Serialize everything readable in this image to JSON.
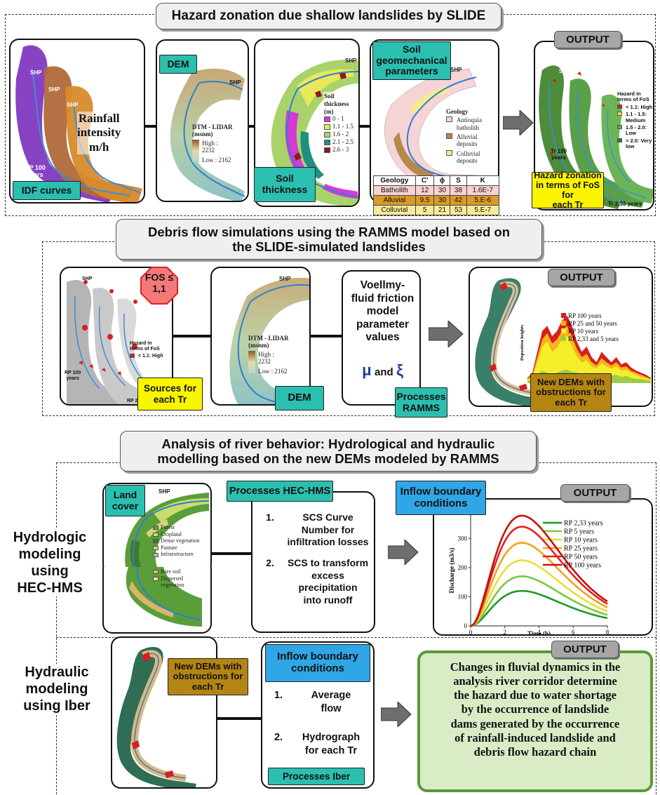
{
  "sections": {
    "s1": {
      "title": "Hazard zonation due shallow landslides by SLIDE",
      "idf": {
        "tag": "IDF curves",
        "rp_label_a": "RP 100",
        "rp_label_b": "years",
        "shp": "SHP",
        "rainfall_a": "Rainfall",
        "rainfall_b": "intensity",
        "rainfall_c": "m/h"
      },
      "dem": {
        "tag": "DEM",
        "shp": "SHP",
        "legend_title_a": "DTM - LIDAR",
        "legend_title_b": "(msnm)",
        "high_label": "High :",
        "high_value": "2232",
        "low_label": "Low : 2162"
      },
      "soil": {
        "tag_a": "Soil",
        "tag_b": "thickness",
        "shp": "SHP",
        "legend_title_a": "Soil",
        "legend_title_b": "thickness",
        "legend_title_c": "(m)",
        "classes": [
          {
            "label": "0 - 1",
            "color": "#d63ad6"
          },
          {
            "label": "1.1 - 1.5",
            "color": "#e8e85a"
          },
          {
            "label": "1.6 - 2",
            "color": "#a9d36a"
          },
          {
            "label": "2.1 - 2.5",
            "color": "#1f8f80"
          },
          {
            "label": "2.6 - 3",
            "color": "#8b1a1a"
          }
        ]
      },
      "geo": {
        "tag_a": "Soil",
        "tag_b": "geomechanical",
        "tag_c": "parameters",
        "shp": "SHP",
        "legend_title": "Geology",
        "legend": [
          {
            "label_a": "Antioquia",
            "label_b": "batholith",
            "color": "#f6d4d6"
          },
          {
            "label_a": "Alluvial",
            "label_b": "deposits",
            "color": "#b5884c"
          },
          {
            "label_a": "Colluvial",
            "label_b": "deposits",
            "color": "#f2ec8a"
          }
        ],
        "table": {
          "headers": [
            "Geology",
            "C'",
            "ϕ",
            "S",
            "K"
          ],
          "rows": [
            [
              "Batholith",
              "12",
              "30",
              "38",
              "1.6E-7"
            ],
            [
              "Alluvial",
              "9.5",
              "30",
              "42",
              "5.E-6"
            ],
            [
              "Colluvial",
              "5",
              "21",
              "53",
              "5.E-7"
            ]
          ]
        }
      },
      "output": {
        "label": "OUTPUT",
        "shp": "SHP",
        "legend_title_a": "Hazard in",
        "legend_title_b": "terms of FoS",
        "legend": [
          {
            "label_a": "< 1.1: High",
            "label_b": "",
            "color": "#d42020"
          },
          {
            "label_a": "1.1 - 1.5:",
            "label_b": "Medium",
            "color": "#f0e040"
          },
          {
            "label_a": "1.5 - 2.0:",
            "label_b": "Low",
            "color": "#4caf50"
          },
          {
            "label_a": "> 2.0: Very",
            "label_b": "low",
            "color": "#2e7d32"
          }
        ],
        "tr100_a": "Tr 100",
        "tr100_b": "years",
        "tr233": "Tr 2,33 years",
        "tag_a": "Hazard zonation",
        "tag_b": "in terms of FoS for",
        "tag_c": "each Tr"
      }
    },
    "s2": {
      "title_a": "Debris flow simulations using the RAMMS model based on",
      "title_b": "the SLIDE-simulated landslides",
      "sources": {
        "fos_a": "FOS ≤",
        "fos_b": "1,1",
        "shp": "SHP",
        "legend_title_a": "Hazard in",
        "legend_title_b": "terms of FoS",
        "legend_item": "< 1.1: High",
        "rp_a": "RP 100",
        "rp_b": "years",
        "rp_c": "RP 2",
        "tag_a": "Sources for",
        "tag_b": "each Tr"
      },
      "dem": {
        "tag": "DEM",
        "shp": "SHP",
        "legend_title_a": "DTM - LIDAR",
        "legend_title_b": "(msnm)",
        "high_label": "High :",
        "high_value": "2232",
        "low_label": "Low : 2162"
      },
      "voellmy": {
        "l1": "Voellmy-",
        "l2": "fluid friction",
        "l3": "model",
        "l4": "parameter",
        "l5": "values",
        "mu": "μ",
        "and": "and",
        "xi": "ξ",
        "tag_a": "Processes",
        "tag_b": "RAMMS"
      },
      "output": {
        "label": "OUTPUT",
        "ylabel": "Deposition heights",
        "tag_a": "New DEMs with",
        "tag_b": "obstructions for",
        "tag_c": "each Tr"
      }
    },
    "s3": {
      "title_a": "Analysis of river behavior: Hydrological and hydraulic",
      "title_b": "modelling based on the new DEMs modeled by RAMMS",
      "hydro_label": {
        "l1": "Hydrologic",
        "l2": "modeling",
        "l3": "using",
        "l4": "HEC-HMS"
      },
      "land": {
        "tag_a": "Land",
        "tag_b": "cover",
        "shp": "SHP",
        "legend": [
          {
            "label": "Forest",
            "color": "#5a9e3a"
          },
          {
            "label": "Cropland",
            "color": "#c9dc6a"
          },
          {
            "label": "Dense vegetation",
            "color": "#3f7a2a"
          },
          {
            "label": "Pasture",
            "color": "#d9d27a"
          },
          {
            "label": "Infraestructure",
            "color": "#b7b7b7"
          },
          {
            "label": "Bare soil",
            "color": "#d9b46a"
          },
          {
            "label": "Dispersed",
            "color": "#e8e0a0"
          }
        ],
        "legend_extra": "vegetation"
      },
      "hechms": {
        "tag": "Processes HEC-HMS",
        "i1n": "1.",
        "i1a": "SCS Curve",
        "i1b": "Number for",
        "i1c": "infiltration losses",
        "i2n": "2.",
        "i2a": "SCS to transform",
        "i2b": "excess",
        "i2c": "precipitation",
        "i2d": "into runoff"
      },
      "output": {
        "label": "OUTPUT",
        "tag_a": "Inflow boundary",
        "tag_b": "conditions"
      }
    },
    "s4": {
      "hydra_label": {
        "l1": "Hydraulic",
        "l2": "modeling",
        "l3": "using Iber"
      },
      "map": {
        "tag_a": "New DEMs with",
        "tag_b": "obstructions for",
        "tag_c": "each Tr"
      },
      "iber": {
        "tag_a": "Inflow boundary",
        "tag_b": "conditions",
        "i1n": "1.",
        "i1a": "Average",
        "i1b": "flow",
        "i2n": "2.",
        "i2a": "Hydrograph",
        "i2b": "for each Tr",
        "process_tag": "Processes Iber"
      },
      "output": {
        "label": "OUTPUT",
        "lines": [
          "Changes in fluvial dynamics in the",
          "analysis river corridor determine",
          "the hazard due to water shortage",
          "by the occurrence of landslide",
          "dams generated by the occurrence",
          "of rainfall-induced landslide and",
          "debris flow hazard chain"
        ]
      }
    }
  },
  "chart_data": [
    {
      "type": "area",
      "ylabel": "Deposition heights",
      "series": [
        {
          "name": "RP 100 years",
          "color": "#d81e1e",
          "values": [
            0.05,
            0.1,
            0.3,
            0.5,
            0.55,
            0.45,
            0.5,
            0.6,
            0.65,
            0.55,
            0.4,
            0.3,
            0.35,
            0.25,
            0.2,
            0.3,
            0.25,
            0.2,
            0.25,
            0.18,
            0.2,
            0.15,
            0.12,
            0.1,
            0.08,
            0.05
          ]
        },
        {
          "name": "RP 25 and 50 years",
          "color": "#f5b41b",
          "values": [
            0.04,
            0.08,
            0.25,
            0.42,
            0.48,
            0.38,
            0.42,
            0.5,
            0.55,
            0.45,
            0.33,
            0.25,
            0.28,
            0.2,
            0.17,
            0.24,
            0.2,
            0.17,
            0.2,
            0.15,
            0.16,
            0.12,
            0.1,
            0.08,
            0.06,
            0.04
          ]
        },
        {
          "name": "RP 10 years",
          "color": "#f5ee2a",
          "values": [
            0.03,
            0.06,
            0.2,
            0.35,
            0.4,
            0.3,
            0.34,
            0.42,
            0.46,
            0.36,
            0.26,
            0.2,
            0.22,
            0.16,
            0.14,
            0.19,
            0.16,
            0.14,
            0.16,
            0.12,
            0.13,
            0.1,
            0.08,
            0.06,
            0.05,
            0.03
          ]
        },
        {
          "name": "RP 2,33 and 5 years",
          "color": "#9ccc4a",
          "values": [
            0.02,
            0.04,
            0.08,
            0.12,
            0.1,
            0.09,
            0.1,
            0.12,
            0.13,
            0.11,
            0.1,
            0.09,
            0.1,
            0.08,
            0.07,
            0.09,
            0.08,
            0.07,
            0.08,
            0.06,
            0.07,
            0.05,
            0.04,
            0.04,
            0.03,
            0.02
          ]
        }
      ]
    },
    {
      "type": "line",
      "xlabel": "Time (h)",
      "ylabel": "Discharge (m3/s)",
      "xlim": [
        0,
        8
      ],
      "ylim": [
        0,
        380
      ],
      "xticks": [
        0,
        2,
        4,
        6,
        8
      ],
      "yticks": [
        0,
        100,
        200,
        300
      ],
      "peak_time": 3,
      "series": [
        {
          "name": "RP 2,33 years",
          "color": "#1a9a2a",
          "peak": 120
        },
        {
          "name": "RP  5 years",
          "color": "#7ac83a",
          "peak": 170
        },
        {
          "name": "RP 10 years",
          "color": "#e8e030",
          "peak": 225
        },
        {
          "name": "RP 25 years",
          "color": "#f5a01a",
          "peak": 285
        },
        {
          "name": "RP 50 years",
          "color": "#e32020",
          "peak": 340
        },
        {
          "name": "RP 100 years",
          "color": "#c81010",
          "peak": 378
        }
      ]
    }
  ]
}
